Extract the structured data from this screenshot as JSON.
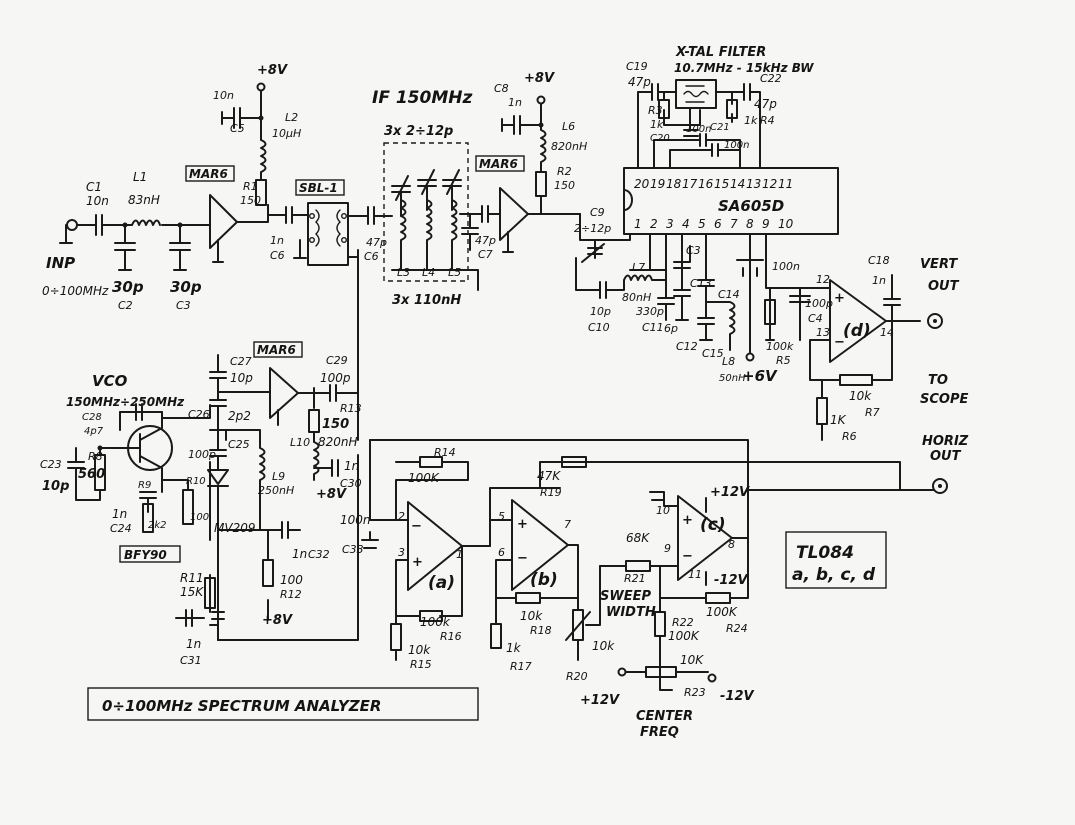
{
  "title": "0÷100MHz  SPECTRUM  ANALYZER",
  "opamp_note": [
    "TL084",
    "a, b, c, d"
  ],
  "input": {
    "label": "INP",
    "range": "0÷100MHz"
  },
  "outputs": {
    "vert": [
      "VERT",
      "OUT"
    ],
    "to_scope": [
      "TO",
      "SCOPE"
    ],
    "horiz": [
      "HORIZ",
      "OUT"
    ]
  },
  "vco": {
    "label": "VCO",
    "range": "150MHz÷250MHz"
  },
  "if_section": {
    "title": "IF 150MHz",
    "trimmers": "3x 2÷12p",
    "inductors": "3x 110nH"
  },
  "xtal": {
    "title": "X-TAL FILTER",
    "spec": "10.7MHz - 15kHz BW"
  },
  "chips": {
    "mixer": "SBL-1",
    "ic": "SA605D",
    "amps": [
      "MAR6",
      "MAR6",
      "MAR6"
    ],
    "transistor": "BFY90",
    "varicap": "MV209"
  },
  "ic_pins_top": [
    "20",
    "19",
    "18",
    "17",
    "16",
    "15",
    "14",
    "13",
    "12",
    "11"
  ],
  "ic_pins_bottom": [
    "1",
    "2",
    "3",
    "4",
    "5",
    "6",
    "7",
    "8",
    "9",
    "10"
  ],
  "opamp_letters": [
    "(a)",
    "(b)",
    "(c)",
    "(d)"
  ],
  "supplies": [
    "+8V",
    "+8V",
    "+8V",
    "+8V",
    "+6V",
    "+12V",
    "+12V",
    "-12V",
    "-12V"
  ],
  "controls": {
    "sweep": [
      "SWEEP",
      "WIDTH"
    ],
    "center": [
      "CENTER",
      "FREQ"
    ]
  },
  "components": {
    "C1": "10n",
    "L1": "83nH",
    "C2": "30p",
    "C3": "30p",
    "C5": "10n",
    "L2": "10μH",
    "R1": "150",
    "C6": "1n",
    "C6b": "47p",
    "C7": "47p",
    "C8": "1n",
    "L6": "820nH",
    "R2": "150",
    "C9": "2÷12p",
    "C10": "10p",
    "L7": "80nH",
    "C11": "330p",
    "C12": "6p",
    "C19": "47p",
    "R3": "1k",
    "C20": "100n",
    "C21": "100n",
    "C22": "47p",
    "R4": "1k",
    "C18": "1n",
    "R5": "100k",
    "R6": "1K",
    "R7": "10k",
    "C27": "10p",
    "C29": "100p",
    "R13": "150",
    "L10": "820nH",
    "C30": "1n",
    "C28": "4p7",
    "C26": "2p2",
    "C23": "10p",
    "R8": "560",
    "C25": "100p",
    "R9": "2k2",
    "R10": "100",
    "C24": "1n",
    "L9": "250nH",
    "C32": "1n",
    "R12": "100",
    "R11": "15K",
    "C31": "1n",
    "C33": "100n",
    "R14": "100K",
    "R16": "100k",
    "R15": "10k",
    "R19": "47K",
    "R18": "10k",
    "R17": "1k",
    "R21": "68K",
    "R20": "10k",
    "R22": "100K",
    "R24": "100K",
    "R23": "10K",
    "C4": "100p"
  }
}
